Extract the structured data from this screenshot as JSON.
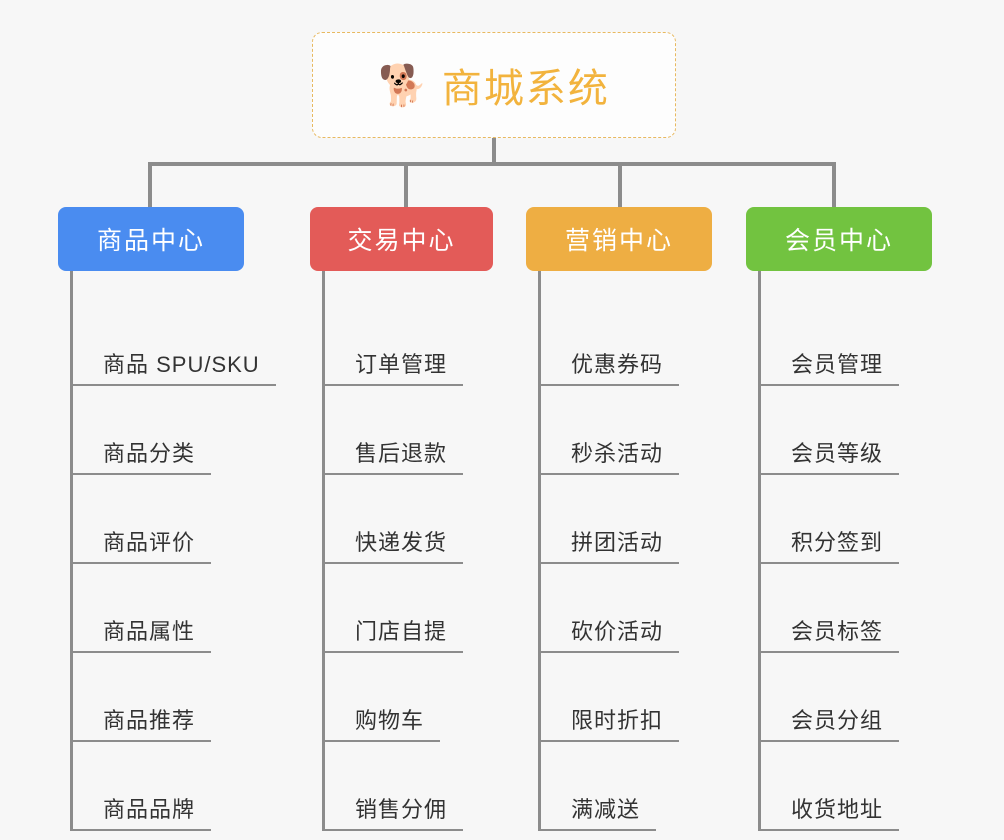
{
  "root": {
    "icon": "shiba-dog-emoji",
    "emoji": "🐕",
    "title": "商城系统",
    "title_color": "#f2b33d",
    "border_color": "#e8b960"
  },
  "colors": {
    "background": "#f7f7f7",
    "connector": "#8c8c8c",
    "item_text": "#333333",
    "blue": "#4a8cf0",
    "red": "#e35b58",
    "orange": "#eeae43",
    "green": "#72c340"
  },
  "columns": [
    {
      "label": "商品中心",
      "color": "#4a8cf0",
      "items": [
        "商品 SPU/SKU",
        "商品分类",
        "商品评价",
        "商品属性",
        "商品推荐",
        "商品品牌"
      ]
    },
    {
      "label": "交易中心",
      "color": "#e35b58",
      "items": [
        "订单管理",
        "售后退款",
        "快递发货",
        "门店自提",
        "购物车",
        "销售分佣"
      ]
    },
    {
      "label": "营销中心",
      "color": "#eeae43",
      "items": [
        "优惠券码",
        "秒杀活动",
        "拼团活动",
        "砍价活动",
        "限时折扣",
        "满减送"
      ]
    },
    {
      "label": "会员中心",
      "color": "#72c340",
      "items": [
        "会员管理",
        "会员等级",
        "积分签到",
        "会员标签",
        "会员分组",
        "收货地址"
      ]
    }
  ]
}
